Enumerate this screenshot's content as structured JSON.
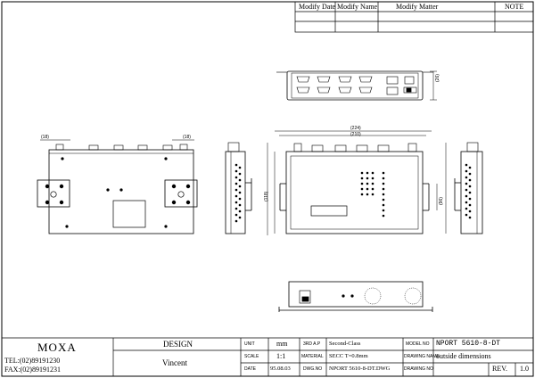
{
  "revision_table": {
    "headers": [
      "Modify Date",
      "Modify Name",
      "Modify Matter",
      "NOTE"
    ]
  },
  "dimensions": {
    "top_view_height": "(26)",
    "left_view_width": "(18)",
    "right_view_width": "(18)",
    "front_overall": "(224)",
    "front_body": "(210)",
    "side_height": "(118)",
    "front_height": "(96)"
  },
  "title_block": {
    "company": "MOXA",
    "tel": "TEL:(02)89191230",
    "fax": "FAX:(02)89191231",
    "design_label": "DESIGN",
    "designer": "Vincent",
    "unit_label": "UNIT",
    "unit_value": "mm",
    "scale_label": "SCALE",
    "scale_value": "1:1",
    "date_label": "DATE",
    "date_value": "95.08.03",
    "proj_label": "3RD A.P",
    "proj_value": "Second-Class",
    "material_label": "MATERIAL",
    "material_value": "SECC T=0.8mm",
    "dwg_label": "DWG.NO",
    "dwg_value": "NPORT 5610-8-DT.DWG",
    "model_label": "MODEL NO",
    "model_value": "NPORT 5610-8-DT",
    "drawing_name_label": "DRAWING NAME",
    "drawing_name_value": "outside dimensions",
    "drawing_no_label": "DRAWING NO",
    "rev_label": "REV.",
    "rev_value": "1.0"
  }
}
